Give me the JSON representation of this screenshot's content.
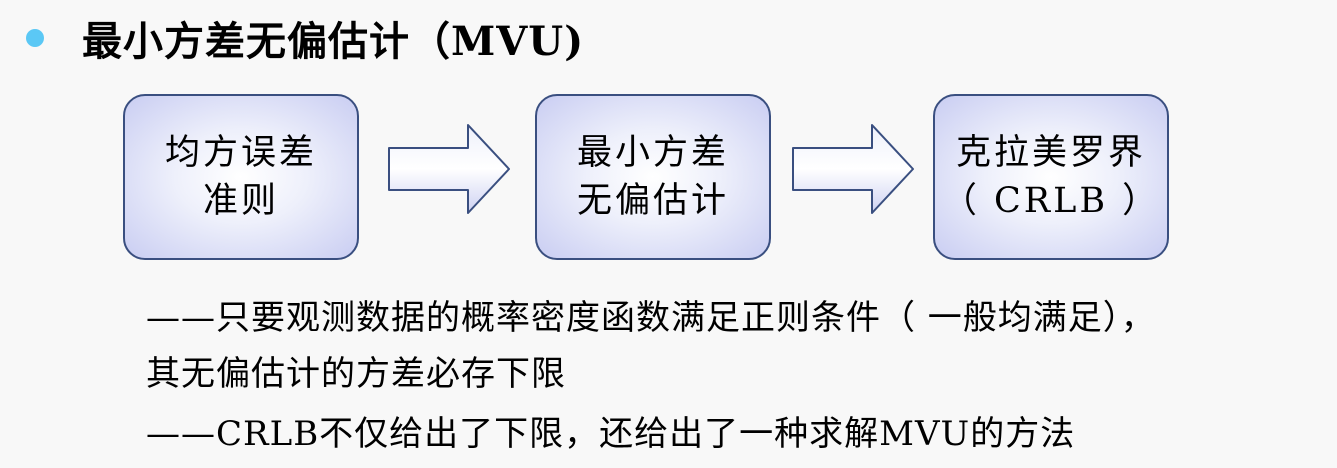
{
  "heading": {
    "title": "最小方差无偏估计（MVU)"
  },
  "flow": {
    "boxes": [
      {
        "line1": "均方误差",
        "line2": "准则"
      },
      {
        "line1": "最小方差",
        "line2": "无偏估计"
      },
      {
        "line1": "克拉美罗界",
        "line2": "（ CRLB ）"
      }
    ]
  },
  "notes": {
    "line1": "——只要观测数据的概率密度函数满足正则条件（ 一般均满足），",
    "line2": "其无偏估计的方差必存下限",
    "line3": "——CRLB不仅给出了下限，还给出了一种求解MVU的方法"
  },
  "colors": {
    "bullet": "#5bc8f5",
    "box_border": "#3a4f80",
    "box_fill_center": "#ffffff",
    "box_fill_edge": "#c9cdf2",
    "arrow_border": "#3a4f80"
  },
  "icons": {
    "bullet": "bullet-dot-icon",
    "arrows": "right-arrow-icon"
  }
}
